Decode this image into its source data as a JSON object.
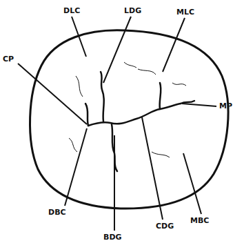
{
  "diagram": {
    "labels": [
      "DLC",
      "LDG",
      "MLC",
      "CP",
      "MP",
      "DBC",
      "BDG",
      "CDG",
      "MBC"
    ]
  }
}
